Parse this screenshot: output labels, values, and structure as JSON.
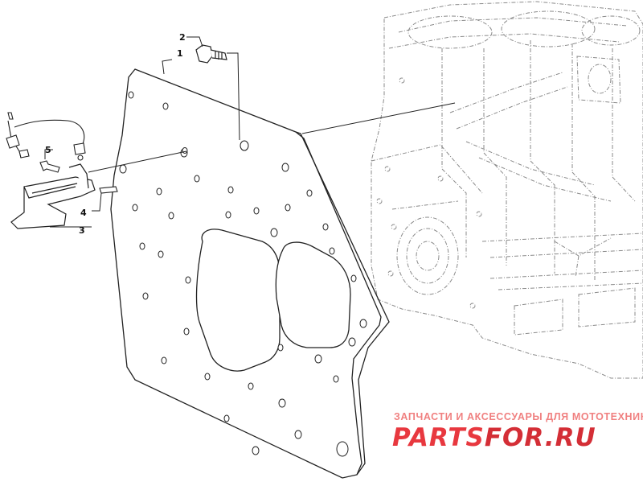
{
  "callouts": [
    {
      "id": "1",
      "label": "1"
    },
    {
      "id": "2",
      "label": "2"
    },
    {
      "id": "3",
      "label": "3"
    },
    {
      "id": "4",
      "label": "4"
    },
    {
      "id": "5",
      "label": "5"
    }
  ],
  "watermark": {
    "tagline": "ЗАПЧАСТИ И АКСЕССУАРЫ ДЛЯ МОТОТЕХНИКИ",
    "logo_part1": "PARTS",
    "logo_part2": "FOR.RU"
  },
  "colors": {
    "line": "#333333",
    "engine_line": "#8a8a8a",
    "watermark": "#e8383f"
  }
}
